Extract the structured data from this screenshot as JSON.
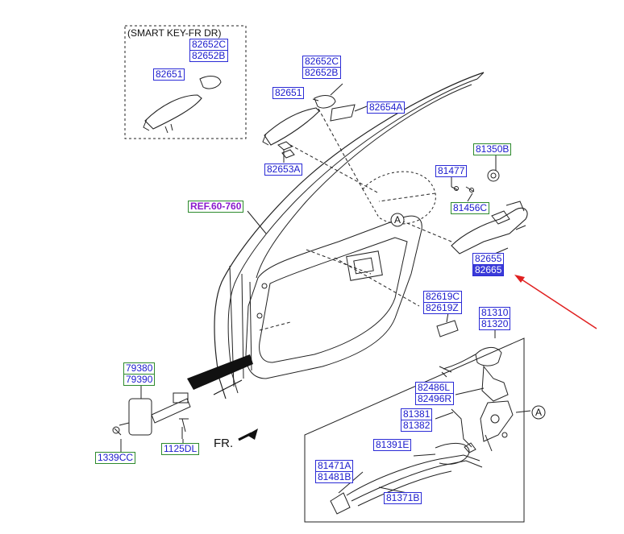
{
  "smart_key_caption": "(SMART KEY-FR DR)",
  "front_mark": "FR.",
  "callout_letter": "A",
  "labels": {
    "p82652c_a": "82652C",
    "p82652b_a": "82652B",
    "p82651_a": "82651",
    "p82652c_b": "82652C",
    "p82652b_b": "82652B",
    "p82651_b": "82651",
    "p82654a": "82654A",
    "p82653a": "82653A",
    "ref": "REF.60-760",
    "p81350b": "81350B",
    "p81477": "81477",
    "p81456c": "81456C",
    "p82655": "82655",
    "p82665": "82665",
    "p82619c": "82619C",
    "p82619z": "82619Z",
    "p81310": "81310",
    "p81320": "81320",
    "p79380": "79380",
    "p79390": "79390",
    "p1339cc": "1339CC",
    "p1125dl": "1125DL",
    "p82486l": "82486L",
    "p82496r": "82496R",
    "p81381": "81381",
    "p81382": "81382",
    "p81391e": "81391E",
    "p81471a": "81471A",
    "p81481b": "81481B",
    "p81371b": "81371B"
  },
  "colors": {
    "part_label": "#1a1acc",
    "box_blue": "#2b2bd6",
    "box_green": "#2d8a2d",
    "selected_fill": "#3a3ad8",
    "pointer_arrow": "#e02020"
  }
}
